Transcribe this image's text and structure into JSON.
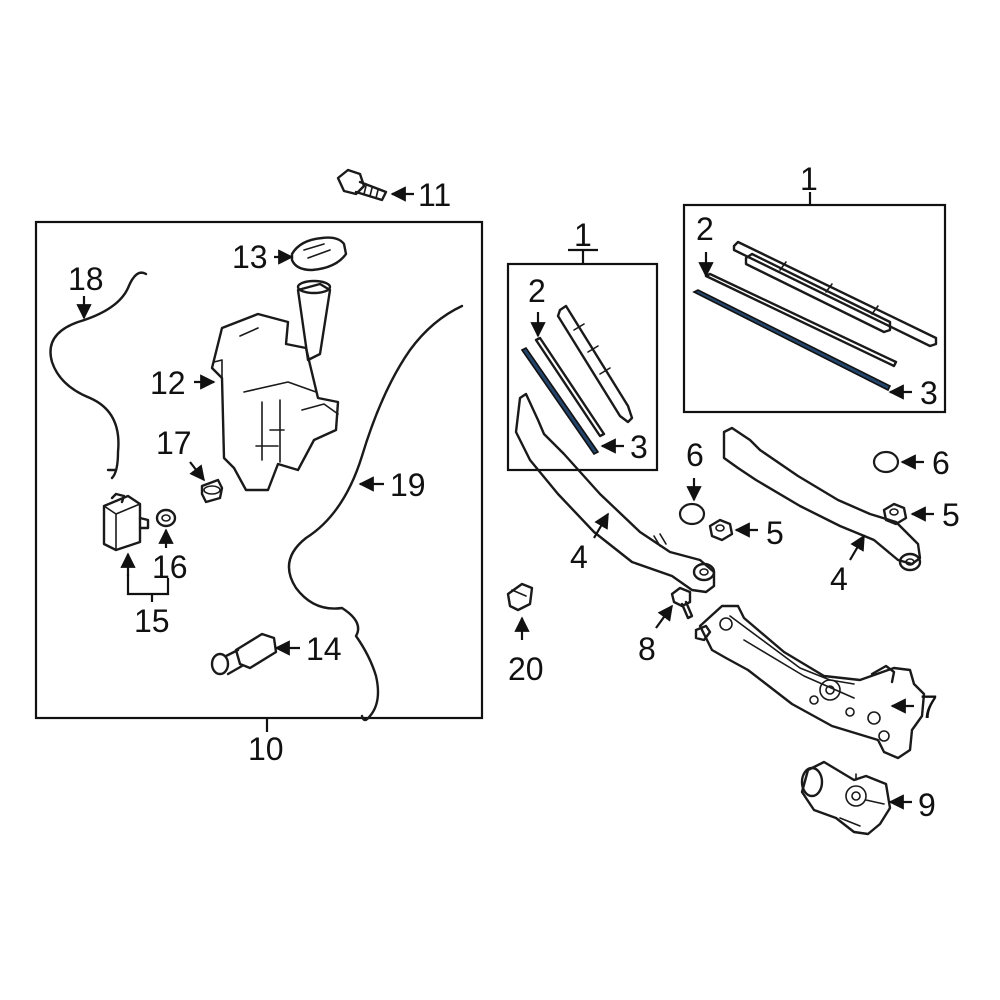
{
  "callouts": {
    "c1a": "1",
    "c1b": "1",
    "c2a": "2",
    "c2b": "2",
    "c3a": "3",
    "c3b": "3",
    "c4a": "4",
    "c4b": "4",
    "c5a": "5",
    "c5b": "5",
    "c6a": "6",
    "c6b": "6",
    "c7": "7",
    "c8": "8",
    "c9": "9",
    "c10": "10",
    "c11": "11",
    "c12": "12",
    "c13": "13",
    "c14": "14",
    "c15": "15",
    "c16": "16",
    "c17": "17",
    "c18": "18",
    "c19": "19",
    "c20": "20"
  },
  "colors": {
    "line": "#1a1a1a",
    "blade_insert": "#24456b",
    "background": "#ffffff"
  }
}
